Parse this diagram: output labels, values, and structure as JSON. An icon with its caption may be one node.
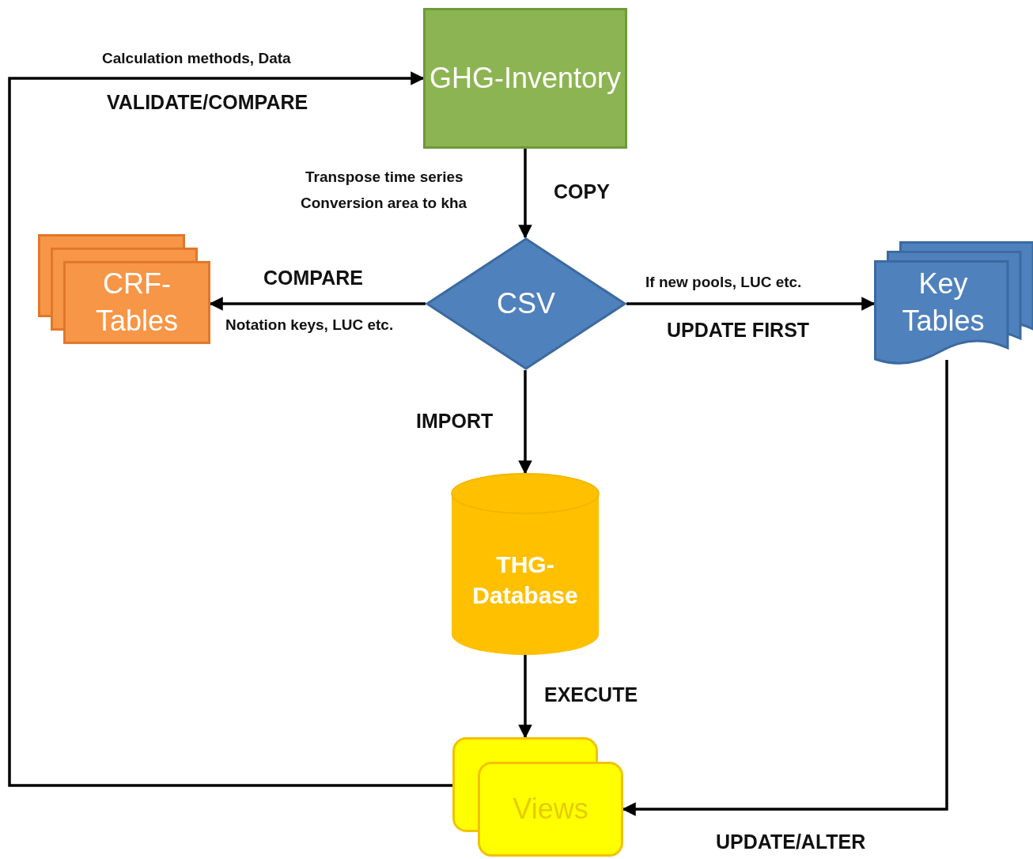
{
  "diagram": {
    "nodes": [
      {
        "text": [
          "GHG-Inventory"
        ]
      },
      {
        "text": [
          "CRF-Tables"
        ]
      },
      {
        "text": [
          "CSV"
        ]
      },
      {
        "text": [
          "Key Tables"
        ]
      },
      {
        "text": [
          "THG-Database"
        ]
      },
      {
        "text": [
          "Views"
        ]
      }
    ],
    "edges": [
      {
        "from": 0,
        "to": 2,
        "arrow": "to",
        "label": "COPY"
      },
      {
        "from": 2,
        "to": 1,
        "arrow": "to",
        "label": "COMPARE"
      },
      {
        "from": 2,
        "to": 3,
        "arrow": "to",
        "label": "UPDATE FIRST"
      },
      {
        "from": 2,
        "to": 4,
        "arrow": "to",
        "label": "IMPORT"
      },
      {
        "from": 4,
        "to": 5,
        "arrow": "to",
        "label": "EXECUTE"
      },
      {
        "from": 3,
        "to": 5,
        "arrow": "to",
        "label": "UPDATE/ALTER"
      },
      {
        "from": 5,
        "to": 0,
        "arrow": "to",
        "label": "VALIDATE/COMPARE"
      }
    ],
    "labels": [
      "Calculation methods, Data",
      "Transpose time series",
      "Conversion area to kha",
      "Notation keys, LUC etc.",
      "If new pools, LUC etc."
    ]
  }
}
